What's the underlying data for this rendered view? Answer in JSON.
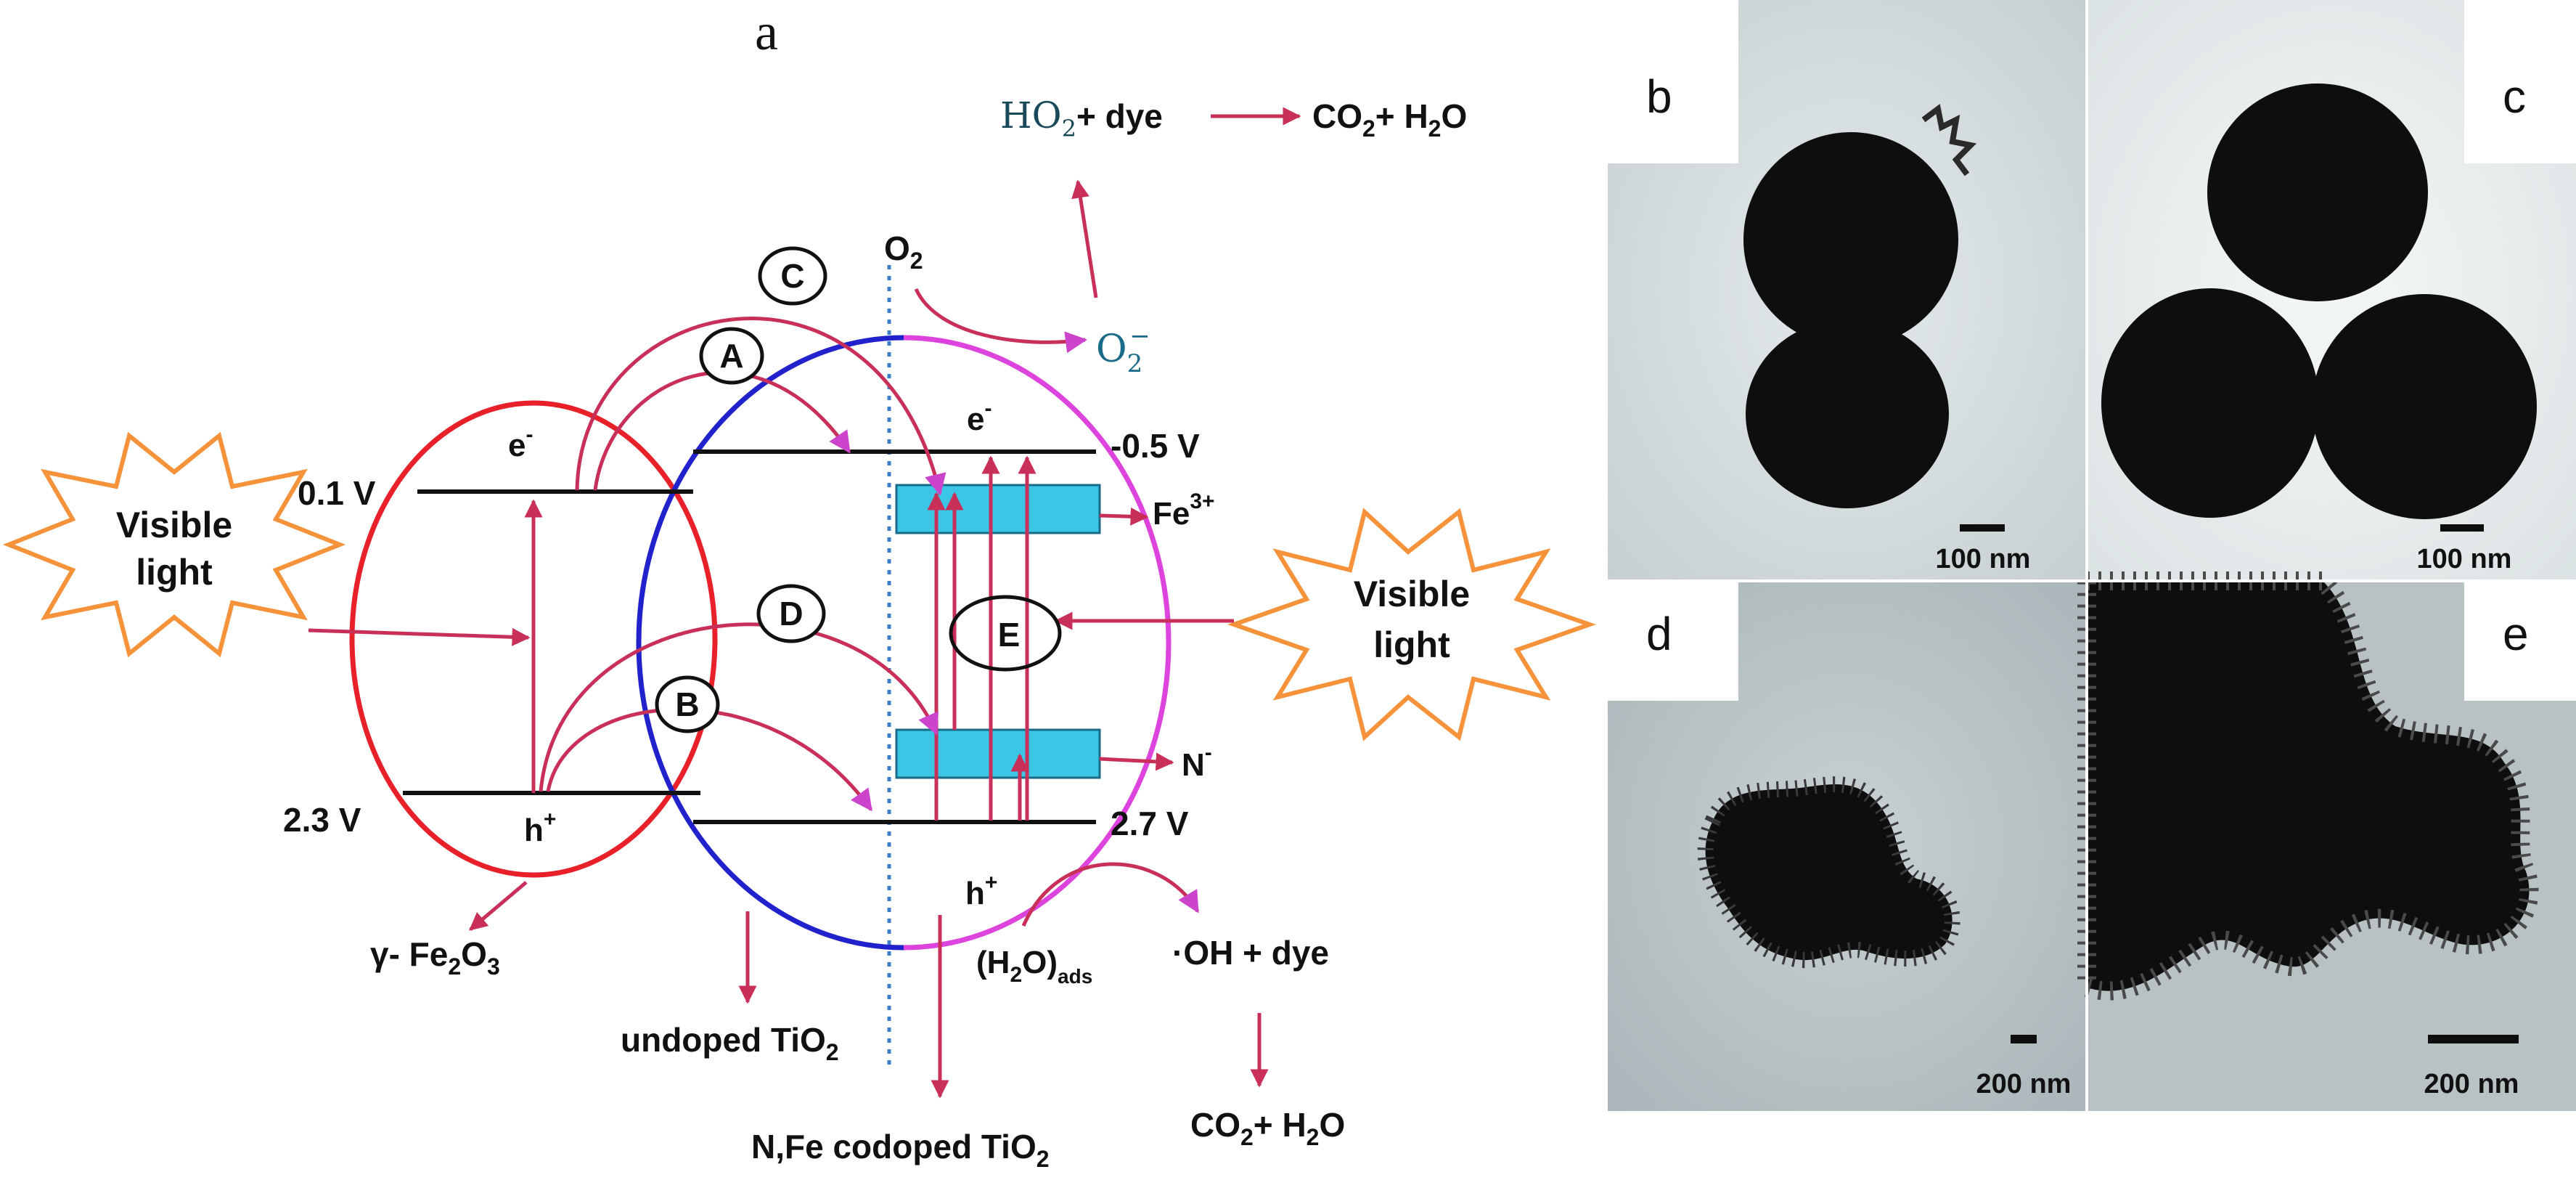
{
  "panel_labels": {
    "a": "a",
    "b": "b",
    "c": "c",
    "d": "d",
    "e": "e"
  },
  "scale_bars": {
    "b": "100 nm",
    "c": "100 nm",
    "d": "200 nm",
    "e": "200 nm"
  },
  "diagram": {
    "starburst_left": {
      "line1": "Visible",
      "line2": "light"
    },
    "starburst_right": {
      "line1": "Visible",
      "line2": "light"
    },
    "fe2o3": {
      "cb_potential": "0.1 V",
      "vb_potential": "2.3 V",
      "electron": "e",
      "hole": "h",
      "name_prefix": "γ- Fe",
      "name_sub1": "2",
      "name_mid": "O",
      "name_sub2": "3"
    },
    "tio2": {
      "cb_potential": "-0.5 V",
      "vb_potential": "2.7 V",
      "electron": "e",
      "hole": "h",
      "fe_level": "Fe",
      "fe_charge": "3+",
      "n_level": "N",
      "n_charge": "-",
      "undoped_label": "undoped TiO",
      "undoped_sub": "2",
      "codoped_label": "N,Fe codoped TiO",
      "codoped_sub": "2"
    },
    "pathways": {
      "A": "A",
      "B": "B",
      "C": "C",
      "D": "D",
      "E": "E"
    },
    "species": {
      "o2": "O",
      "o2_sub": "2",
      "superoxide": "O",
      "superoxide_sub": "2",
      "superoxide_sup": "−",
      "hydroperoxyl": "HO",
      "hydroperoxyl_sub": "2",
      "plus_dye": "+ dye",
      "co2_top": "CO",
      "co2_top_sub": "2",
      "h2o_top": "+ H",
      "h2o_top_sub": "2",
      "h2o_top_o": "O",
      "water_ads": "(H",
      "water_ads_sub": "2",
      "water_ads_close": "O)",
      "water_ads_subscript": "ads",
      "hydroxyl": "·OH + dye",
      "co2_bottom": "CO",
      "co2_bottom_sub": "2",
      "h2o_bottom": "+ H",
      "h2o_bottom_sub": "2",
      "h2o_bottom_o": "O"
    },
    "colors": {
      "fe2o3_circle": "#e8202a",
      "tio2_circle_blue": "#2222cc",
      "tio2_circle_magenta": "#dd44dd",
      "arrow": "#c8305a",
      "arrow_head_magenta": "#cc44cc",
      "impurity_level": "#3cc6e6",
      "starburst": "#f5923a",
      "boundary": "#3a7fc8"
    }
  },
  "tem_images": {
    "background": "#cfd6d8",
    "particle": "#0e0e0e"
  }
}
